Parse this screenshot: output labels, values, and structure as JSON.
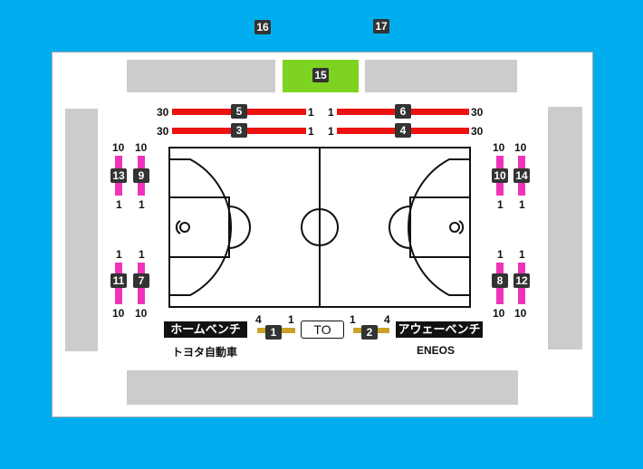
{
  "colors": {
    "background": "#00aeef",
    "inner": "#ffffff",
    "seat_grey": "#cccccc",
    "section15": "#7ed321",
    "red_rows": "#ee1111",
    "pink_rows": "#ee33bb",
    "gold_rows": "#c9a227",
    "badge": "#333333"
  },
  "sections": {
    "s1": "1",
    "s2": "2",
    "s3": "3",
    "s4": "4",
    "s5": "5",
    "s6": "6",
    "s7": "7",
    "s8": "8",
    "s9": "9",
    "s10": "10",
    "s11": "11",
    "s12": "12",
    "s13": "13",
    "s14": "14",
    "s15": "15",
    "s16": "16",
    "s17": "17"
  },
  "row_labels": {
    "s5_left": "30",
    "s5_right": "1",
    "s3_left": "30",
    "s3_right": "1",
    "s6_left": "1",
    "s6_right": "30",
    "s4_left": "1",
    "s4_right": "30",
    "s13_top": "10",
    "s13_bottom": "1",
    "s9_top": "10",
    "s9_bottom": "1",
    "s10_top": "10",
    "s10_bottom": "1",
    "s14_top": "10",
    "s14_bottom": "1",
    "s11_top": "1",
    "s11_bottom": "10",
    "s7_top": "1",
    "s7_bottom": "10",
    "s8_top": "1",
    "s8_bottom": "10",
    "s12_top": "1",
    "s12_bottom": "10",
    "s1_left": "4",
    "s1_right": "1",
    "s2_left": "1",
    "s2_right": "4"
  },
  "benches": {
    "home_label": "ホームベンチ",
    "home_team": "トヨタ自動車",
    "away_label": "アウェーベンチ",
    "away_team": "ENEOS",
    "table_officials": "TO"
  }
}
